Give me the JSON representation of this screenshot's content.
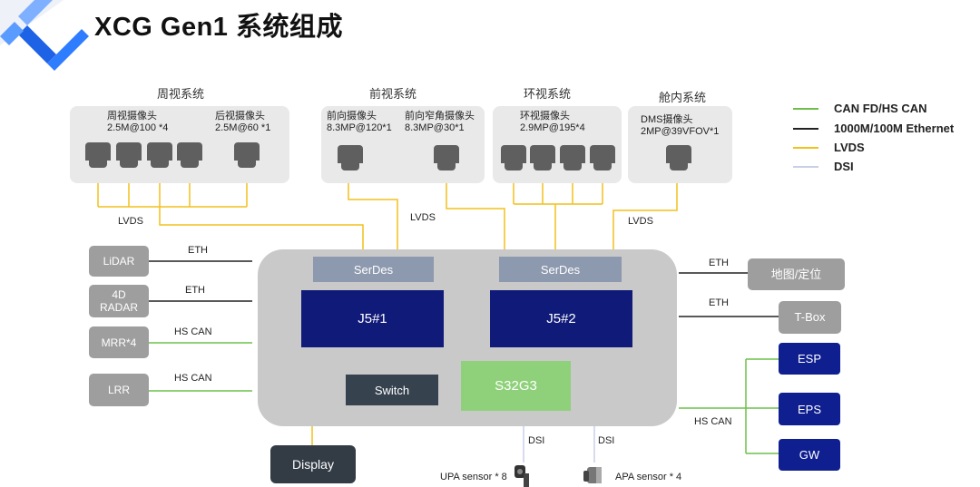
{
  "title": "XCG Gen1 系统组成",
  "groups": {
    "surround": {
      "title": "周视系统",
      "cam1_name": "周视摄像头",
      "cam1_spec": "2.5M@100 *4",
      "cam2_name": "后视摄像头",
      "cam2_spec": "2.5M@60 *1"
    },
    "front": {
      "title": "前视系统",
      "cam1_name": "前向摄像头",
      "cam1_spec": "8.3MP@120*1",
      "cam2_name": "前向窄角摄像头",
      "cam2_spec": "8.3MP@30*1"
    },
    "around": {
      "title": "环视系统",
      "cam1_name": "环视摄像头",
      "cam1_spec": "2.9MP@195*4"
    },
    "cabin": {
      "title": "舱内系统",
      "cam1_name": "DMS摄像头",
      "cam1_spec": "2MP@39VFOV*1"
    }
  },
  "link_labels": {
    "lvds1": "LVDS",
    "lvds2": "LVDS",
    "lvds3": "LVDS",
    "eth_lidar": "ETH",
    "eth_radar": "ETH",
    "hscan_mrr": "HS CAN",
    "hscan_lrr": "HS CAN",
    "eth_map": "ETH",
    "eth_tbox": "ETH",
    "hscan_right": "HS CAN",
    "dsi1": "DSI",
    "dsi2": "DSI"
  },
  "left_devices": {
    "lidar": "LiDAR",
    "radar_line1": "4D",
    "radar_line2": "RADAR",
    "mrr": "MRR*4",
    "lrr": "LRR"
  },
  "right_devices": {
    "map": "地图/定位",
    "tbox": "T-Box",
    "esp": "ESP",
    "eps": "EPS",
    "gw": "GW"
  },
  "controller": {
    "serdes1": "SerDes",
    "serdes2": "SerDes",
    "j5_1": "J5#1",
    "j5_2": "J5#2",
    "switch": "Switch",
    "s32g3": "S32G3"
  },
  "display": "Display",
  "sensors": {
    "upa": "UPA sensor * 8",
    "apa": "APA sensor * 4"
  },
  "legend": [
    {
      "label": "CAN FD/HS CAN",
      "color": "#6cc04a"
    },
    {
      "label": "1000M/100M Ethernet",
      "color": "#222222"
    },
    {
      "label": "LVDS",
      "color": "#f2c11c"
    },
    {
      "label": "DSI",
      "color": "#c8cfe8"
    }
  ],
  "colors": {
    "lvds": "#f2c11c",
    "can": "#6cc04a",
    "eth": "#222222",
    "dsi": "#c8cfe8",
    "logo_blue": "#1e63e6",
    "controller_gray": "#c9c9c9",
    "s32g3_green": "#8fd17a"
  }
}
